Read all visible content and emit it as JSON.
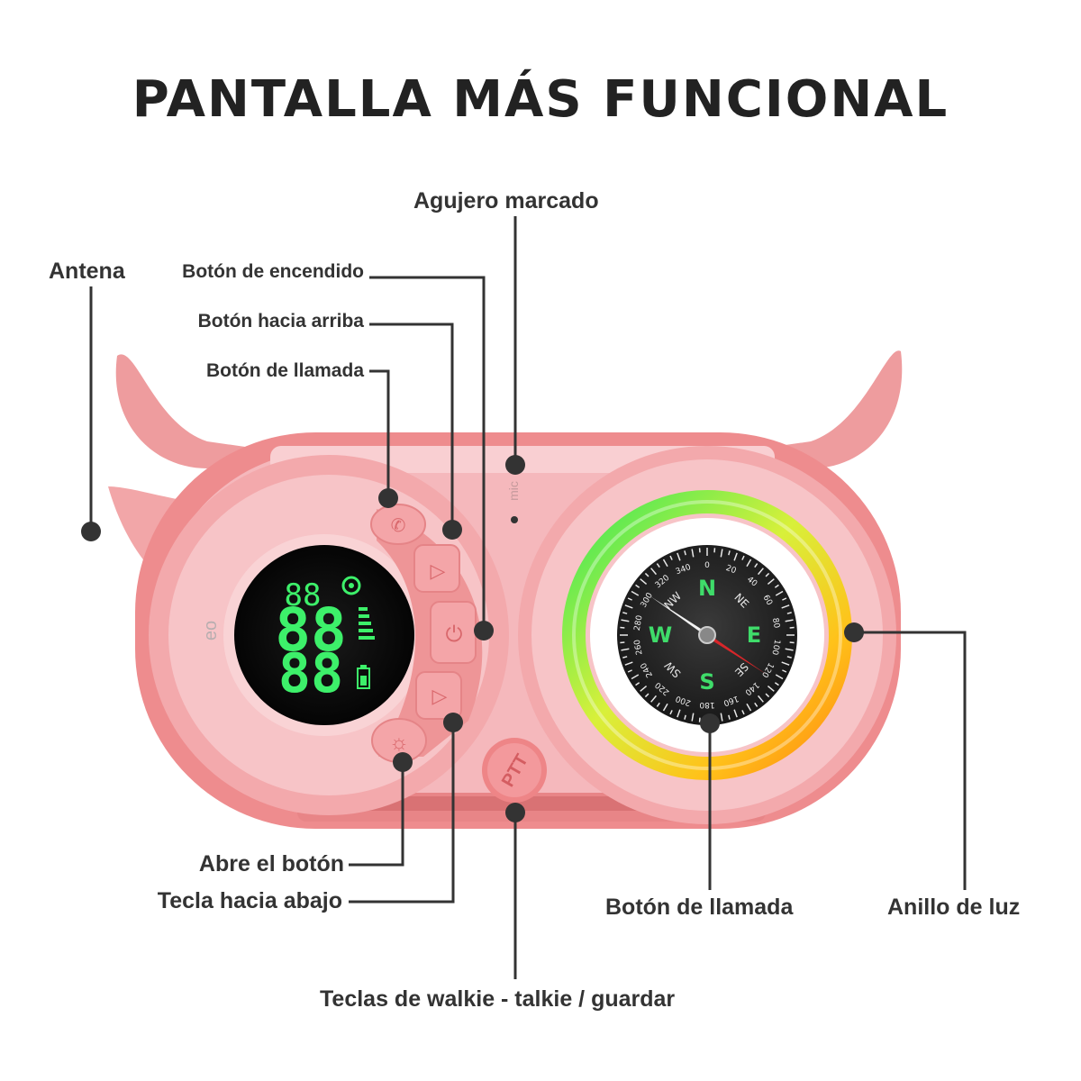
{
  "title": "PANTALLA MÁS FUNCIONAL",
  "device": {
    "brand_mark": "eo",
    "mic_label": "mic",
    "ptt_label": "PTT",
    "display": {
      "top_digits": "88",
      "main_digits": "88",
      "lower_digits": "88"
    },
    "compass": {
      "cardinals": [
        "N",
        "E",
        "S",
        "W"
      ],
      "intercardinals": [
        "NE",
        "SE",
        "SW",
        "NW"
      ],
      "degrees": [
        "0",
        "20",
        "40",
        "60",
        "80",
        "100",
        "120",
        "140",
        "160",
        "180",
        "200",
        "220",
        "240",
        "260",
        "280",
        "300",
        "320",
        "340"
      ]
    }
  },
  "labels": {
    "agujero": "Agujero marcado",
    "antena": "Antena",
    "encendido": "Botón de encendido",
    "arriba": "Botón hacia arriba",
    "llamada_left": "Botón de llamada",
    "abre": "Abre el botón",
    "abajo": "Tecla hacia abajo",
    "walkie": "Teclas de walkie - talkie / guardar",
    "llamada_right": "Botón de llamada",
    "anillo": "Anillo de luz"
  },
  "colors": {
    "pink_body": "#f5b8bc",
    "pink_dark": "#ee8c8e",
    "pink_light": "#f9d3d5",
    "lcd_green": "#3df06a",
    "needle_red": "#d8262a",
    "callout": "#333333"
  }
}
